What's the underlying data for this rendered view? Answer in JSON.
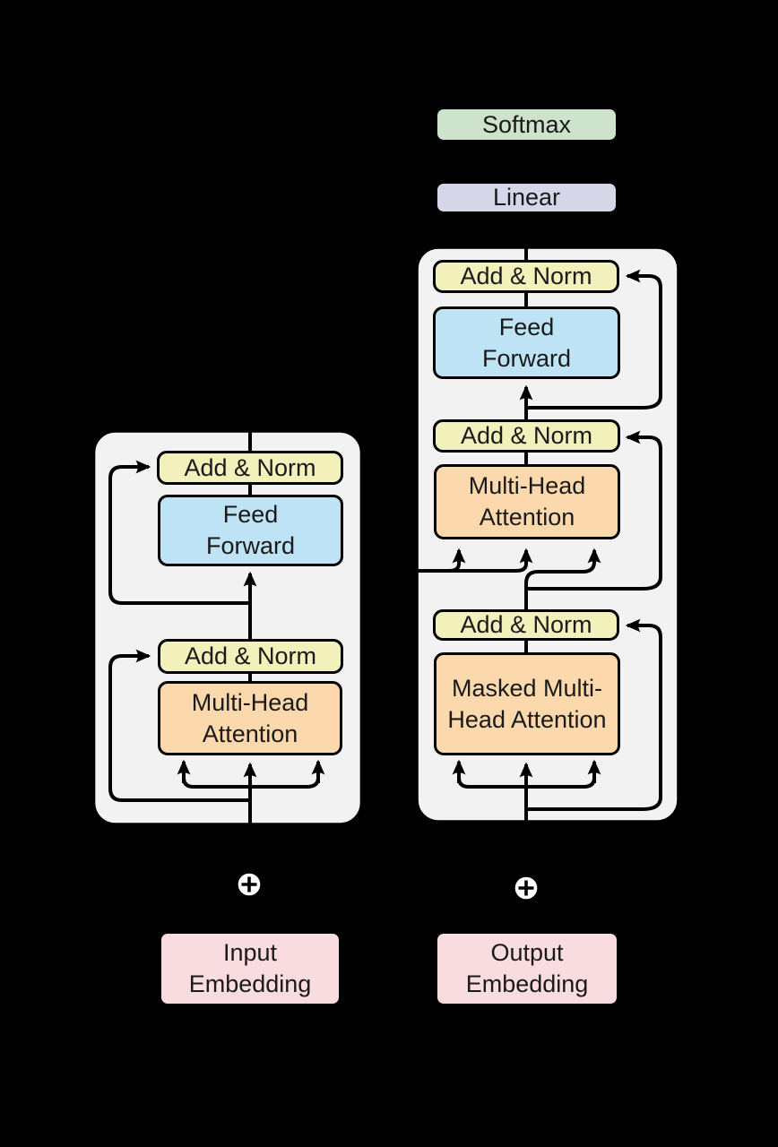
{
  "colors": {
    "background": "#000000",
    "panel_fill": "#F2F2F2",
    "line": "#000000",
    "add_norm_fill": "#F2F0BB",
    "feed_forward_fill": "#BEE3F5",
    "attention_fill": "#FCD9AC",
    "softmax_fill": "#CDE3CC",
    "linear_fill": "#D5D7E9",
    "embedding_fill": "#F9DCE0"
  },
  "output_head": {
    "softmax_label": "Softmax",
    "linear_label": "Linear"
  },
  "decoder": {
    "blocks": [
      {
        "label": "Add & Norm"
      },
      {
        "label": "Feed Forward"
      },
      {
        "label": "Add & Norm"
      },
      {
        "label": "Multi-Head Attention"
      },
      {
        "label": "Add & Norm"
      },
      {
        "label": "Masked Multi-Head Attention"
      }
    ]
  },
  "encoder": {
    "blocks": [
      {
        "label": "Add & Norm"
      },
      {
        "label": "Feed Forward"
      },
      {
        "label": "Add & Norm"
      },
      {
        "label": "Multi-Head Attention"
      }
    ]
  },
  "embeddings": {
    "input_label": "Input Embedding",
    "output_label": "Output Embedding"
  },
  "icons": {
    "positional_add": "plus-in-circle"
  }
}
